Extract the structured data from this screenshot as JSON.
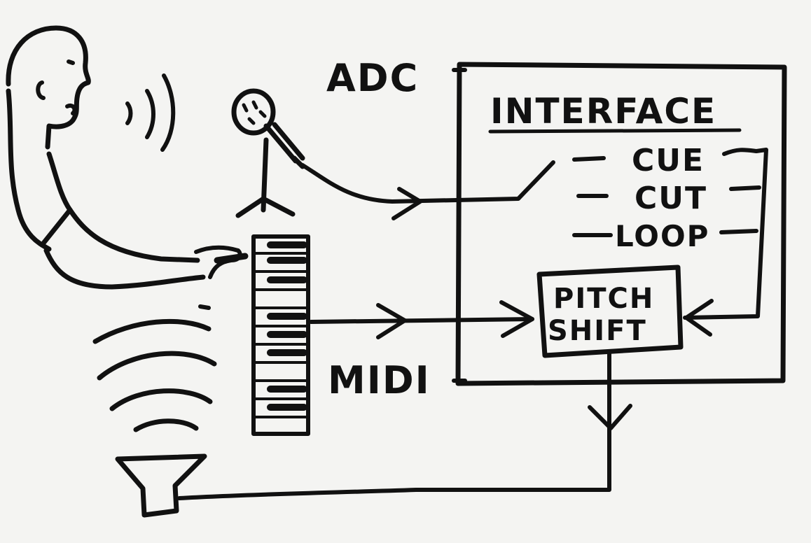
{
  "labels": {
    "adc": "ADC",
    "interface": "INTERFACE",
    "cue": "CUE",
    "cut": "CUT",
    "loop": "LOOP",
    "pitch": "PITCH",
    "shift": "SHIFT",
    "midi": "MIDI"
  },
  "colors": {
    "ink": "#111111",
    "paper": "#f4f4f2"
  }
}
